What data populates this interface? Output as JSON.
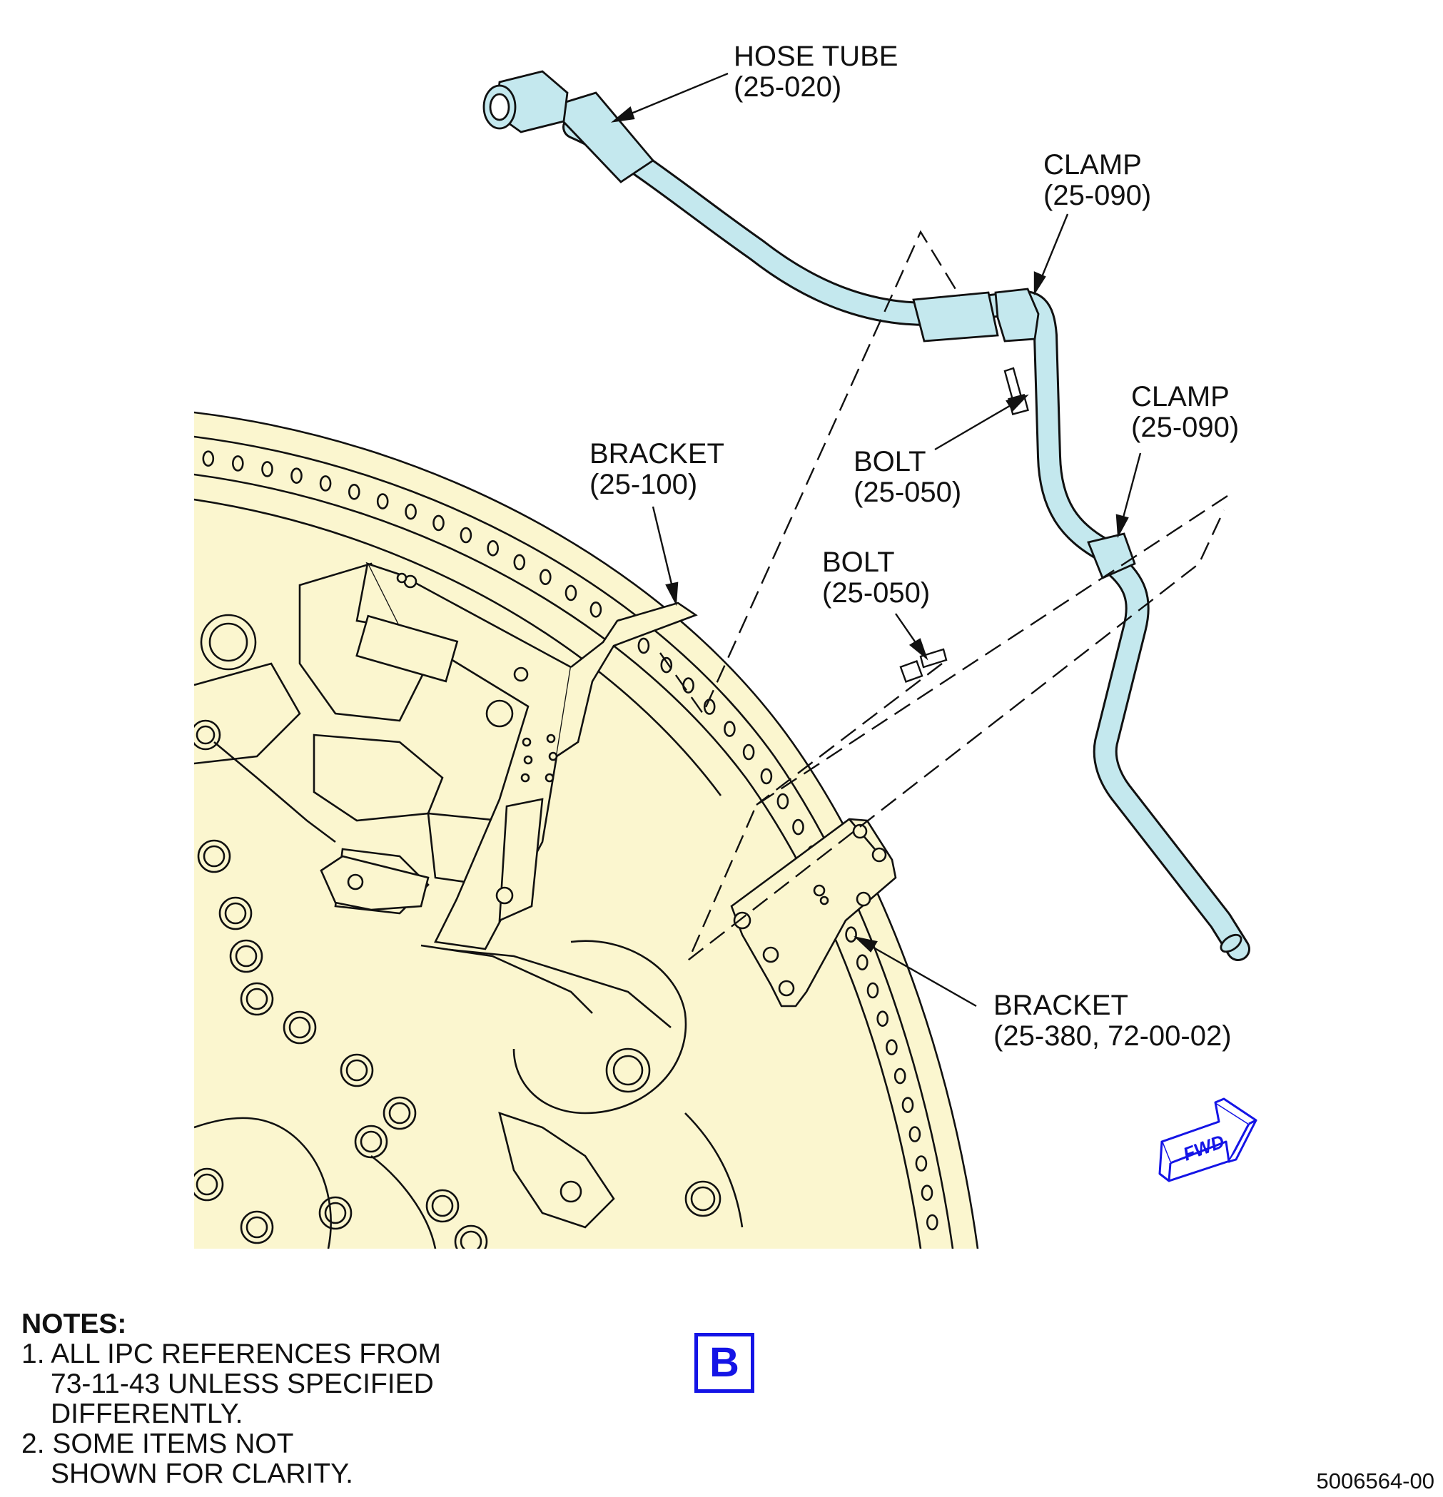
{
  "colors": {
    "engine_fill": "#fbf6cf",
    "tube_fill": "#c4e8ee",
    "line": "#111111",
    "view_tag": "#1414e6",
    "fwd_arrow": "#1414e6"
  },
  "callouts": {
    "hose_tube": {
      "name": "HOSE TUBE",
      "ref": "(25-020)"
    },
    "clamp_upper": {
      "name": "CLAMP",
      "ref": "(25-090)"
    },
    "clamp_lower": {
      "name": "CLAMP",
      "ref": "(25-090)"
    },
    "bolt_upper": {
      "name": "BOLT",
      "ref": "(25-050)"
    },
    "bolt_lower": {
      "name": "BOLT",
      "ref": "(25-050)"
    },
    "bracket_upper": {
      "name": "BRACKET",
      "ref": "(25-100)"
    },
    "bracket_lower": {
      "name": "BRACKET",
      "ref": "(25-380, 72-00-02)"
    }
  },
  "fwd_arrow": {
    "label": "FWD",
    "icon": "forward-direction-arrow-icon"
  },
  "view_tag": "B",
  "notes": {
    "title": "NOTES:",
    "items": [
      {
        "num": "1.",
        "lines": [
          "ALL IPC REFERENCES FROM",
          "73-11-43 UNLESS SPECIFIED",
          "DIFFERENTLY."
        ]
      },
      {
        "num": "2.",
        "lines": [
          "SOME ITEMS NOT",
          "SHOWN FOR CLARITY."
        ]
      }
    ]
  },
  "drawing_number": "5006564-00"
}
